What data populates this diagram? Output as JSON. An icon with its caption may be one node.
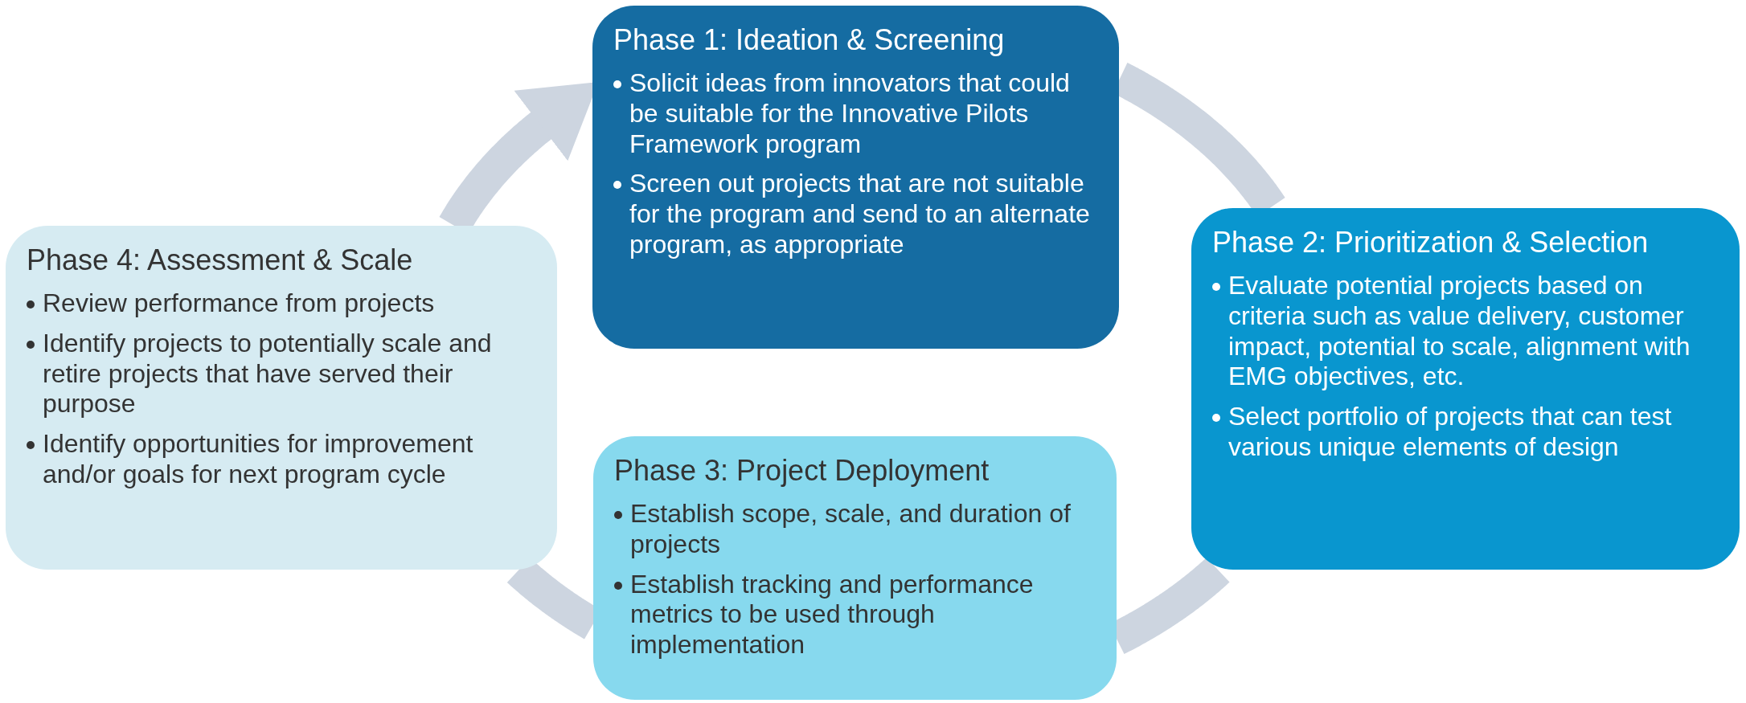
{
  "diagram": {
    "nodes": [
      {
        "text": [
          "Phase 1: Ideation & Screening",
          "Solicit ideas from innovators that could be suitable for the Innovative Pilots Framework program",
          "Screen out projects that are not suitable for the program and send to an alternate program, as appropriate"
        ]
      },
      {
        "text": [
          "Phase 2: Prioritization & Selection",
          "Evaluate potential projects based on criteria such as value delivery, customer impact, potential to scale, alignment with EMG objectives, etc.",
          "Select portfolio of projects that can test various unique elements of design"
        ]
      },
      {
        "text": [
          "Phase 3: Project Deployment",
          "Establish scope, scale, and duration of projects",
          "Establish tracking and performance metrics to be used through implementation"
        ]
      },
      {
        "text": [
          "Phase 4: Assessment & Scale",
          "Review performance from projects",
          "Identify projects to potentially scale and retire projects that have served their purpose",
          "Identify opportunities for improvement and/or goals for next program cycle"
        ]
      }
    ],
    "edges": [
      {
        "from": 0,
        "to": 1,
        "arrow": "none"
      },
      {
        "from": 1,
        "to": 2,
        "arrow": "none"
      },
      {
        "from": 2,
        "to": 3,
        "arrow": "none"
      },
      {
        "from": 3,
        "to": 0,
        "arrow": "to"
      }
    ]
  }
}
